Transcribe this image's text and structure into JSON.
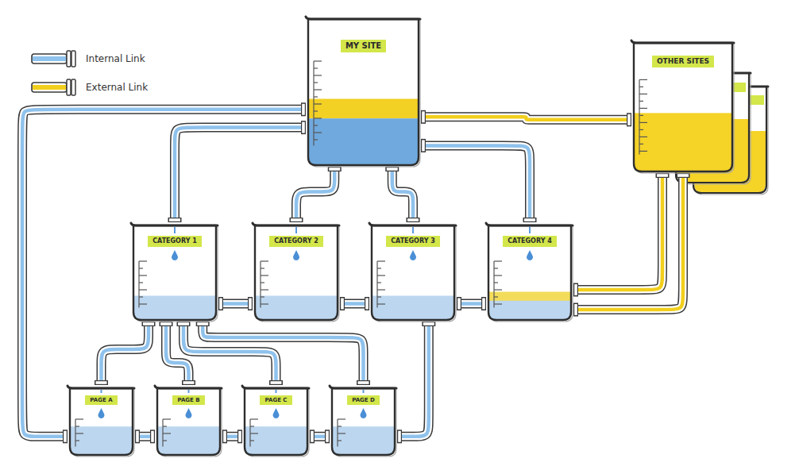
{
  "diagram": {
    "nodes": [
      {
        "text": [
          "MY SITE"
        ]
      },
      {
        "text": [
          "OTHER SITES"
        ]
      },
      {
        "text": [
          "CATEGORY 1"
        ]
      },
      {
        "text": [
          "CATEGORY 2"
        ]
      },
      {
        "text": [
          "CATEGORY 3"
        ]
      },
      {
        "text": [
          "CATEGORY 4"
        ]
      },
      {
        "text": [
          "PAGE A"
        ]
      },
      {
        "text": [
          "PAGE B"
        ]
      },
      {
        "text": [
          "PAGE C"
        ]
      },
      {
        "text": [
          "PAGE D"
        ]
      }
    ],
    "edges": [
      {
        "from": 0,
        "to": 2,
        "arrow": "none"
      },
      {
        "from": 0,
        "to": 3,
        "arrow": "none"
      },
      {
        "from": 0,
        "to": 4,
        "arrow": "none"
      },
      {
        "from": 0,
        "to": 5,
        "arrow": "none"
      },
      {
        "from": 0,
        "to": 1,
        "arrow": "none"
      },
      {
        "from": 0,
        "to": 6,
        "arrow": "none"
      },
      {
        "from": 1,
        "to": 5,
        "arrow": "none"
      },
      {
        "from": 1,
        "to": 5,
        "arrow": "none"
      },
      {
        "from": 2,
        "to": 3,
        "arrow": "none"
      },
      {
        "from": 3,
        "to": 4,
        "arrow": "none"
      },
      {
        "from": 4,
        "to": 5,
        "arrow": "none"
      },
      {
        "from": 2,
        "to": 6,
        "arrow": "none"
      },
      {
        "from": 2,
        "to": 7,
        "arrow": "none"
      },
      {
        "from": 2,
        "to": 8,
        "arrow": "none"
      },
      {
        "from": 2,
        "to": 9,
        "arrow": "none"
      },
      {
        "from": 6,
        "to": 7,
        "arrow": "none"
      },
      {
        "from": 7,
        "to": 8,
        "arrow": "none"
      },
      {
        "from": 8,
        "to": 9,
        "arrow": "none"
      },
      {
        "from": 9,
        "to": 4,
        "arrow": "none"
      }
    ],
    "legend": [
      {
        "text": "Internal Link",
        "color": "#8fc2ec"
      },
      {
        "text": "External Link",
        "color": "#f2cf1d"
      }
    ]
  }
}
